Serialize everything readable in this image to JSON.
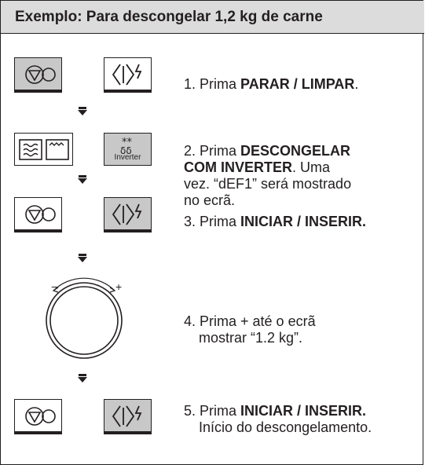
{
  "header": {
    "title": "Exemplo: Para descongelar 1,2 kg de carne"
  },
  "inverter_label": "Inverter",
  "steps": [
    {
      "n": "1. Prima ",
      "bold": "PARAR / LIMPAR",
      "tail": "."
    },
    {
      "n": "2. Prima ",
      "bold1": "DESCONGELAR",
      "bold2": "COM INVERTER",
      "tail1": ". Uma",
      "line3": "vez. “dEF1” será mostrado",
      "line4": "no ecrã."
    },
    {
      "n": "3. Prima ",
      "bold": "INICIAR / INSERIR."
    },
    {
      "n": "4. Prima + até o ecrã",
      "line2": "mostrar “1.2 kg”."
    },
    {
      "n": "5. Prima ",
      "bold": "INICIAR / INSERIR.",
      "line2": "Início do descongelamento."
    }
  ],
  "dial": {
    "minus": "−",
    "plus": "+"
  },
  "colors": {
    "button_grey": "#c8c8c8",
    "header_bg": "#dcdcdc",
    "ink": "#231f20"
  }
}
